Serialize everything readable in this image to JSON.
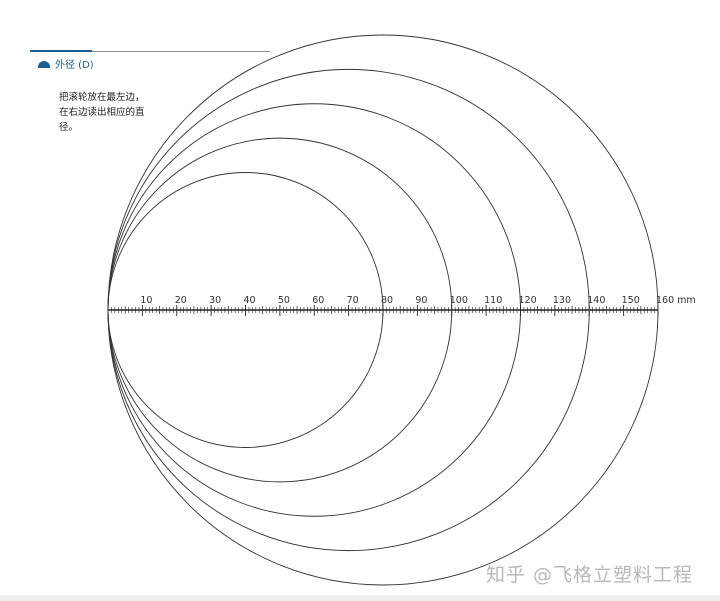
{
  "header": {
    "title": "外径 (D)",
    "accent_color": "#1f5f93"
  },
  "instruction": {
    "lines": [
      "把滚轮放在最左边，",
      "在右边读出相应的直",
      "径。"
    ]
  },
  "scale": {
    "labels": [
      "10",
      "20",
      "30",
      "40",
      "50",
      "60",
      "70",
      "80",
      "90",
      "100",
      "110",
      "120",
      "130",
      "140",
      "150",
      "160 mm"
    ],
    "min_mm": 0,
    "max_mm": 160,
    "circle_diameters_mm": [
      80,
      100,
      120,
      140,
      160
    ]
  },
  "watermark": {
    "text": "知乎 @飞格立塑料工程"
  }
}
